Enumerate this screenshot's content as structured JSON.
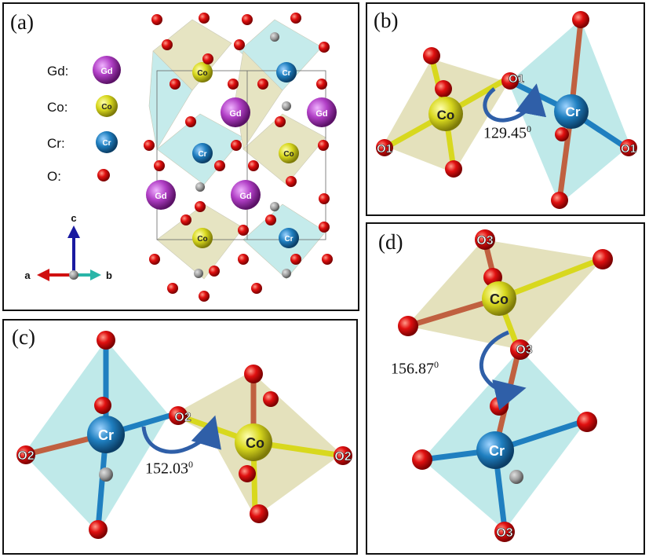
{
  "panels": {
    "a": {
      "label": "(a)"
    },
    "b": {
      "label": "(b)"
    },
    "c": {
      "label": "(c)"
    },
    "d": {
      "label": "(d)"
    }
  },
  "legend": [
    {
      "name": "Gd:",
      "symbol": "Gd",
      "color": "#b13fc6"
    },
    {
      "name": "Co:",
      "symbol": "Co",
      "color": "#d8d81e"
    },
    {
      "name": "Cr:",
      "symbol": "Cr",
      "color": "#1f7fc0"
    },
    {
      "name": "O:",
      "symbol": "",
      "color": "#e01010"
    }
  ],
  "axes": {
    "c": "c",
    "a": "a",
    "b": "b"
  },
  "atoms": {
    "gd": "Gd",
    "co": "Co",
    "cr": "Cr"
  },
  "oxygen_labels": {
    "o1": "O1",
    "o2": "O2",
    "o3": "O3"
  },
  "angles": {
    "b": {
      "value": "129.45",
      "unit": "0"
    },
    "c": {
      "value": "152.03",
      "unit": "0"
    },
    "d": {
      "value": "156.87",
      "unit": "0"
    }
  },
  "colors": {
    "gd": "#b13fc6",
    "co": "#d8d81e",
    "cr": "#1f7fc0",
    "o": "#e01010",
    "co_poly": "#c9c47a",
    "cr_poly": "#7fd3d3",
    "arrow": "#2f5fa8"
  }
}
